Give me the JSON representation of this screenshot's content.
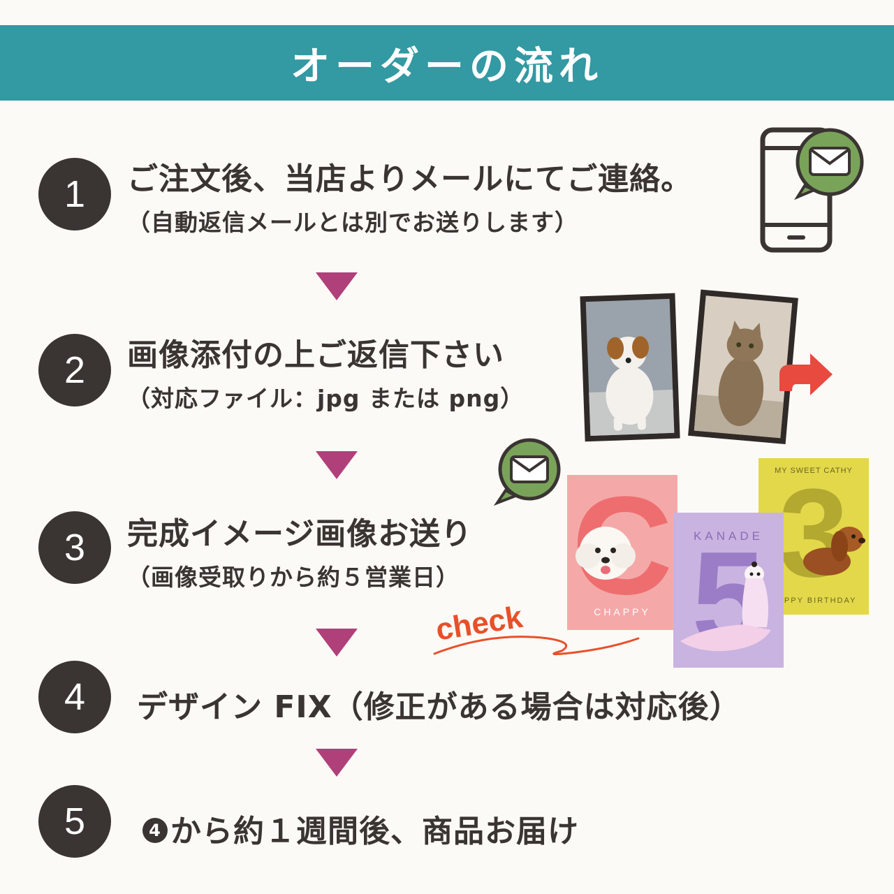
{
  "title": "オーダーの流れ",
  "steps": [
    {
      "number": "1",
      "main": "ご注文後、当店よりメールにてご連絡。",
      "sub": "（自動返信メールとは別でお送りします）"
    },
    {
      "number": "2",
      "main": "画像添付の上ご返信下さい",
      "sub": "（対応ファイル：jpg または png）"
    },
    {
      "number": "3",
      "main": "完成イメージ画像お送り",
      "sub": "（画像受取りから約５営業日）"
    },
    {
      "number": "4",
      "main": "デザイン FIX（修正がある場合は対応後）"
    },
    {
      "number": "5",
      "ref": "4",
      "main": "から約１週間後、商品お届け"
    }
  ],
  "check_label": "check",
  "sample_cards": [
    {
      "letter": "C",
      "label": "CHAPPY",
      "color": "#f4a9a8"
    },
    {
      "letter": "5",
      "top_label": "KANADE",
      "color": "#c9b3e0"
    },
    {
      "letter": "3",
      "top_label": "MY SWEET CATHY",
      "label": "HAPPY BIRTHDAY",
      "color": "#e3d84a"
    }
  ],
  "colors": {
    "header": "#3399a3",
    "arrow": "#b0407a",
    "circle": "#3a3432",
    "mail_bubble": "#7aa35a",
    "share_arrow": "#e84a3f",
    "check": "#e8502a"
  },
  "icons": [
    "smartphone-icon",
    "mail-bubble-icon",
    "share-arrow-icon"
  ]
}
